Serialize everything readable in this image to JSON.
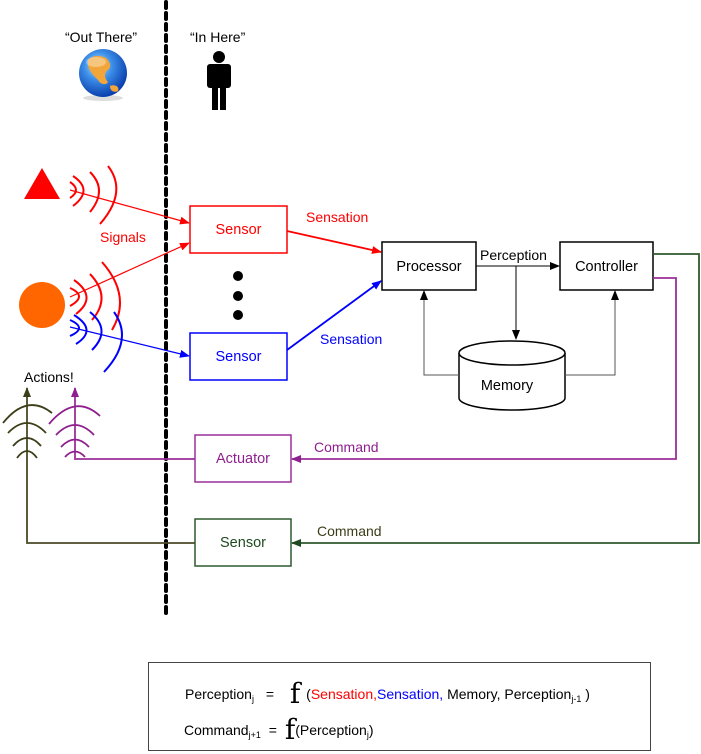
{
  "regions": {
    "outside_label": "“Out There”",
    "inside_label": "“In Here”",
    "outside_icon": "globe-icon",
    "inside_icon": "person-icon"
  },
  "colors": {
    "red": "#ff0000",
    "blue": "#0000ff",
    "purple": "#9b2f9b",
    "dark_green": "#2f5a2f",
    "olive": "#4a4a26",
    "orange": "#ff6600",
    "black": "#000000"
  },
  "stimuli": {
    "triangle_icon": "triangle-source-icon",
    "circle_icon": "circle-source-icon",
    "signals_label": "Signals",
    "actions_label": "Actions!"
  },
  "nodes": {
    "sensor_red": "Sensor",
    "sensor_blue": "Sensor",
    "processor": "Processor",
    "controller": "Controller",
    "memory": "Memory",
    "actuator": "Actuator",
    "sensor_green": "Sensor"
  },
  "edges": {
    "sensation_red": "Sensation",
    "sensation_blue": "Sensation",
    "perception": "Perception",
    "command_purple": "Command",
    "command_green": "Command"
  },
  "formula": {
    "line1": {
      "lhs": "Perception",
      "lhs_sub": "j",
      "eq": "=",
      "f": "f",
      "open": "(",
      "arg1": "Sensation,",
      "arg2": "Sensation,",
      "arg3": "Memory,",
      "arg4": "Perception",
      "arg4_sub": "j-1",
      "close": ")"
    },
    "line2": {
      "lhs": "Command",
      "lhs_sub": "j+1",
      "eq": "=",
      "f": "f",
      "open": "(",
      "arg1": "Perception",
      "arg1_sub": "j",
      "close": ")"
    }
  }
}
